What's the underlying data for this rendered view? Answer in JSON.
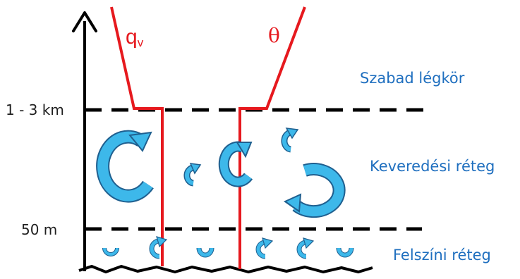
{
  "diagram": {
    "height_labels": {
      "top_boundary": "1 - 3 km",
      "bottom_boundary": "50 m"
    },
    "profile_labels": {
      "humidity_symbol": "q",
      "humidity_subscript": "v",
      "potential_temperature_symbol": "θ"
    },
    "layers": {
      "free_atmosphere": "Szabad légkör",
      "mixed_layer": "Keveredési réteg",
      "surface_layer": "Felszíni réteg"
    },
    "colors": {
      "profile": "#e6191e",
      "eddies": "#3db8ea",
      "eddy_outline": "#1f5f8f",
      "layer_text": "#1f6fbf",
      "lines": "#000000"
    }
  }
}
